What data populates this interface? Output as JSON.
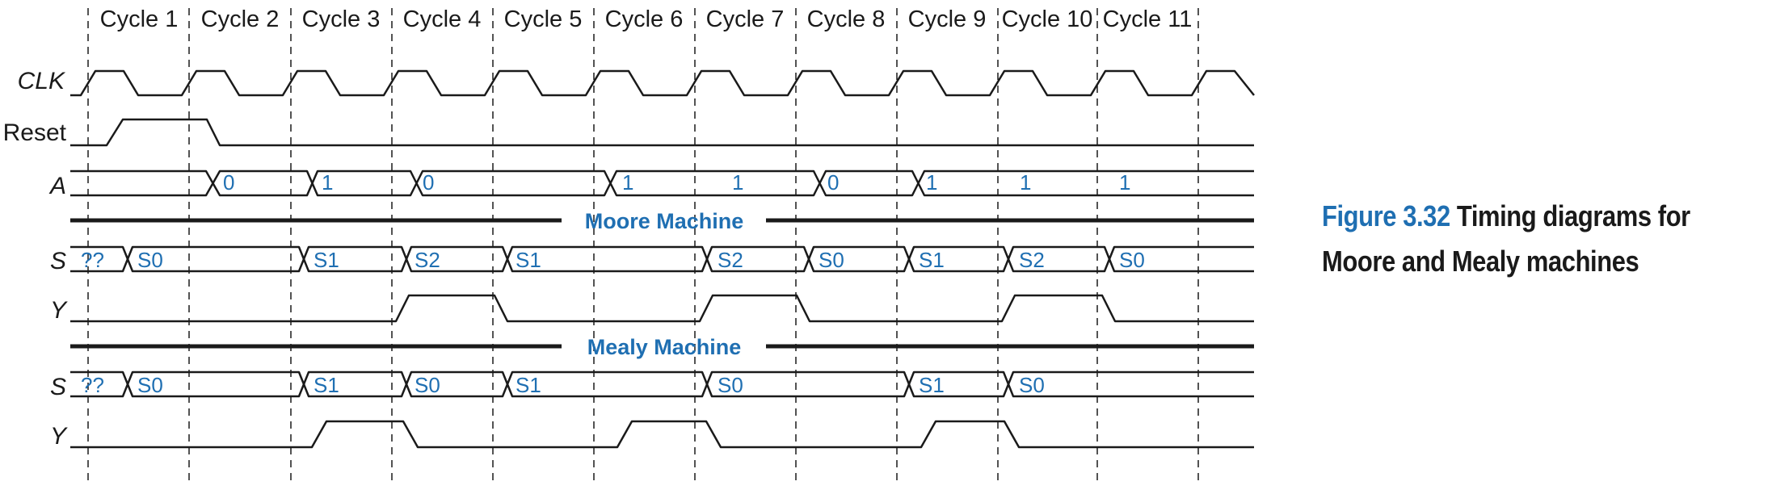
{
  "cycles": [
    "Cycle 1",
    "Cycle 2",
    "Cycle 3",
    "Cycle 4",
    "Cycle 5",
    "Cycle 6",
    "Cycle 7",
    "Cycle 8",
    "Cycle 9",
    "Cycle 10",
    "Cycle 11"
  ],
  "signals": {
    "clk": "CLK",
    "reset": "Reset",
    "a": "A",
    "moore_s": "S",
    "moore_y": "Y",
    "mealy_s": "S",
    "mealy_y": "Y"
  },
  "sections": {
    "moore": "Moore Machine",
    "mealy": "Mealy Machine"
  },
  "a_values": [
    "0",
    "1",
    "0",
    "1",
    "1",
    "0",
    "1",
    "1",
    "1"
  ],
  "moore_states": [
    "??",
    "S0",
    "S1",
    "S2",
    "S1",
    "S2",
    "S0",
    "S1",
    "S2",
    "S0"
  ],
  "mealy_states": [
    "??",
    "S0",
    "S1",
    "S0",
    "S1",
    "S0",
    "S1",
    "S0"
  ],
  "caption": {
    "figure_number": "Figure 3.32",
    "text": "Timing diagrams for Moore and Mealy machines"
  },
  "colors": {
    "accent": "#1f6fb2",
    "line": "#1a1a1a"
  }
}
